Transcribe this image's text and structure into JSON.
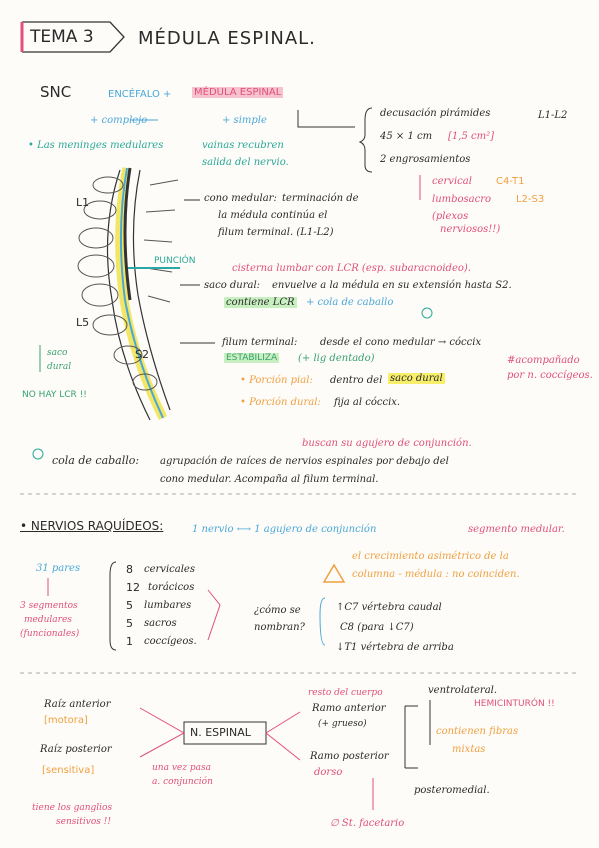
{
  "title": {
    "tema": "TEMA 3",
    "name": "MÉDULA ESPINAL."
  },
  "snc": {
    "label": "SNC",
    "encefalo": "ENCÉFALO +",
    "medula": "MÉDULA ESPINAL",
    "complejo": "+ complejo",
    "simple": "+ simple",
    "meninges": "• Las meninges medulares",
    "vainas": "vainas recubren",
    "salida": "salida del nervio."
  },
  "bracket": {
    "decusacion": "decusación pirámides",
    "l1l2": "L1-L2",
    "size": "45 × 1 cm",
    "size2": "[1,5 cm²]",
    "engros": "2 engrosamientos",
    "cervical": "cervical",
    "c4t1": "C4-T1",
    "lumbosacro": "lumbosacro",
    "l2s3": "L2-S3",
    "plexos": "(plexos",
    "nerviosos": "nerviosos!!)"
  },
  "spine": {
    "l1": "L1",
    "l5": "L5",
    "s2": "S2",
    "puncion": "PUNCIÓN",
    "saco": "saco",
    "dural": "dural",
    "nohay": "NO HAY LCR !!"
  },
  "cono": {
    "label": "cono medular:",
    "l1": "terminación de",
    "l2": "la médula continúa el",
    "l3": "filum terminal. (L1-L2)"
  },
  "saco": {
    "cisterna": "cisterna lumbar con LCR (esp. subaracnoideo).",
    "label": "saco dural:",
    "desc": "envuelve a la médula en su extensión hasta S2.",
    "contiene": "contiene LCR",
    "cola": "+ cola de caballo"
  },
  "filum": {
    "label": "filum terminal:",
    "desc": "desde el cono medular → cóccix",
    "estabiliza": "ESTABILIZA",
    "lig": "(+ lig dentado)",
    "pial": "• Porción pial:",
    "pial_d": "dentro del",
    "saco_dural": "saco dural",
    "dur": "• Porción dural:",
    "dur_d": "fija al cóccix.",
    "acomp1": "#acompañado",
    "acomp2": "por n. coccígeos."
  },
  "cola": {
    "buscan": "buscan su agujero de conjunción.",
    "label": "cola de caballo:",
    "l1": "agrupación de raíces de nervios espinales por debajo del",
    "l2": "cono medular. Acompaña al filum terminal."
  },
  "nervios": {
    "title": "• NERVIOS RAQUÍDEOS:",
    "desc": "1 nervio ⟷ 1 agujero de conjunción",
    "seg": "segmento medular.",
    "warn1": "el crecimiento asimétrico de la",
    "warn2": "columna - médula : no coinciden.",
    "pares": "31 pares",
    "seg1": "3 segmentos",
    "seg2": "medulares",
    "seg3": "(funcionales)",
    "list": [
      [
        "8",
        "cervicales"
      ],
      [
        "12",
        "torácicos"
      ],
      [
        "5",
        "lumbares"
      ],
      [
        "5",
        "sacros"
      ],
      [
        "1",
        "coccígeos."
      ]
    ],
    "como1": "¿cómo se",
    "como2": "nombran?",
    "r1": "↑C7 vértebra caudal",
    "r2": "C8 (para ↓C7)",
    "r3": "↓T1 vértebra de arriba"
  },
  "diag": {
    "ra": "Raíz anterior",
    "motora": "[motora]",
    "rp": "Raíz posterior",
    "sensitiva": "[sensitiva]",
    "tiene1": "tiene los ganglios",
    "tiene2": "sensitivos !!",
    "vez1": "una vez pasa",
    "vez2": "a. conjunción",
    "n": "N. ESPINAL",
    "resto": "resto del cuerpo",
    "ramoA": "Ramo anterior",
    "grueso": "(+ grueso)",
    "ramoP": "Ramo posterior",
    "dorso": "dorso",
    "ventro": "ventrolateral.",
    "hemi": "HEMICINTURÓN !!",
    "cont1": "contienen fibras",
    "cont2": "mixtas",
    "postero": "posteromedial.",
    "st": "∅ St. facetario"
  }
}
